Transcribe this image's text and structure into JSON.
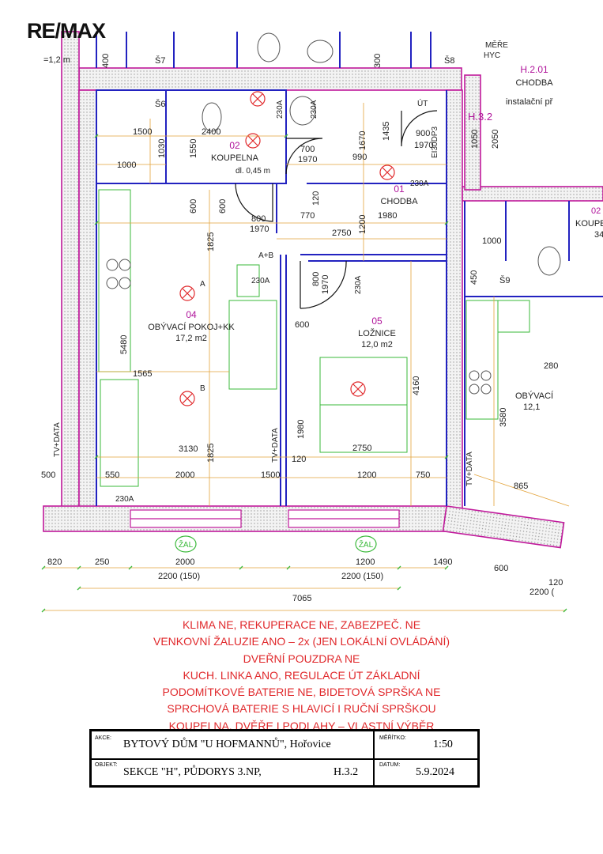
{
  "brand": {
    "logo_text": "RE/MAX"
  },
  "plan": {
    "rooms": [
      {
        "number": "02",
        "name": "KOUPELNA",
        "note": "dl. 0,45 m"
      },
      {
        "number": "01",
        "name": "CHODBA"
      },
      {
        "number": "04",
        "name": "OBÝVACÍ POKOJ+KK",
        "area": "17,2 m2"
      },
      {
        "number": "05",
        "name": "LOŽNICE",
        "area": "12,0 m2"
      }
    ],
    "neighbor_labels": {
      "h201": "H.2.01",
      "chodba": "CHODBA",
      "instalacni": "instalační př",
      "h32": "H.3.2",
      "koupel_partial": "KOUPE",
      "obyvaci_partial": "OBÝVACÍ",
      "area_partial": "12,1",
      "num_02": "02",
      "mere": "MĚŘE",
      "hyc": "HYC"
    },
    "shafts": [
      "Š7",
      "Š6",
      "Š8",
      "Š9"
    ],
    "tags": {
      "ut": "ÚT",
      "ei30": "EI30DP3",
      "tv1": "TV+DATA",
      "tv2": "TV+DATA",
      "tv3": "TV+DATA",
      "sock1": "230A",
      "sock2": "230A",
      "sock3": "230A",
      "sock4": "230A",
      "sock5": "230A",
      "sock6": "230A",
      "ab": "A+B",
      "a": "A",
      "b": "B",
      "zal1": "ŽAL",
      "zal2": "ŽAL",
      "h12m": "=1,2 m"
    },
    "dimensions": {
      "d2400": "2400",
      "d1500": "1500",
      "d1000": "1000",
      "d1030": "1030",
      "d1550": "1550",
      "d700": "700",
      "d1970a": "1970",
      "d990": "990",
      "d1670": "1670",
      "d1435": "1435",
      "d900": "900",
      "d1970b": "1970",
      "d1050": "1050",
      "d2050": "2050",
      "d300": "300",
      "d400": "400",
      "d600a": "600",
      "d600b": "600",
      "d120": "120",
      "d800a": "800",
      "d1970c": "1970",
      "d770": "770",
      "d1980a": "1980",
      "d2750a": "2750",
      "d1200": "1200",
      "d1825a": "1825",
      "d1000b": "1000",
      "d34": "34",
      "d800b": "800",
      "d1970d": "1970",
      "d600c": "600",
      "d5480": "5480",
      "d1565": "1565",
      "d4160": "4160",
      "d1980b": "1980",
      "d3130": "3130",
      "d2750b": "2750",
      "d1825b": "1825",
      "d120b": "120",
      "d550": "550",
      "d2000": "2000",
      "d1500b": "1500",
      "d1200b": "1200",
      "d750": "750",
      "d500": "500",
      "d280": "280",
      "d3580": "3580",
      "d865": "865",
      "d450": "450",
      "b820": "820",
      "b250": "250",
      "b2000": "2000",
      "b1200": "1200",
      "b1490": "1490",
      "b2200a": "2200 (150)",
      "b2200b": "2200 (150)",
      "b7065": "7065",
      "b600": "600",
      "b2200c": "2200 (",
      "b120": "120"
    }
  },
  "notes": [
    "KLIMA NE, REKUPERACE NE, ZABEZPEČ. NE",
    "VENKOVNÍ ŽALUZIE ANO – 2x (JEN LOKÁLNÍ OVLÁDÁNÍ)",
    "DVEŘNÍ POUZDRA NE",
    "KUCH. LINKA ANO, REGULACE ÚT ZÁKLADNÍ",
    "PODOMÍTKOVÉ BATERIE NE, BIDETOVÁ SPRŠKA NE",
    "SPRCHOVÁ BATERIE S HLAVICÍ I RUČNÍ SPRŠKOU",
    "KOUPELNA, DVĚŘE I PODLAHY – VLASTNÍ VÝBĚR"
  ],
  "title_block": {
    "akce_label": "AKCE:",
    "akce_value": "BYTOVÝ DŮM \"U HOFMANNŮ\", Hořovice",
    "meritko_label": "MĚŘÍTKO:",
    "meritko_value": "1:50",
    "objekt_label": "OBJEKT:",
    "objekt_value": "SEKCE \"H\", PŮDORYS 3.NP,",
    "objekt_code": "H.3.2",
    "datum_label": "DATUM:",
    "datum_value": "5.9.2024"
  },
  "colors": {
    "wall": "#c0199b",
    "dim": "#e3a33a",
    "green": "#3ab93a",
    "blue": "#2222c0",
    "red_note": "#e0282b",
    "room_name": "#222222",
    "room_number": "#b0149b"
  }
}
